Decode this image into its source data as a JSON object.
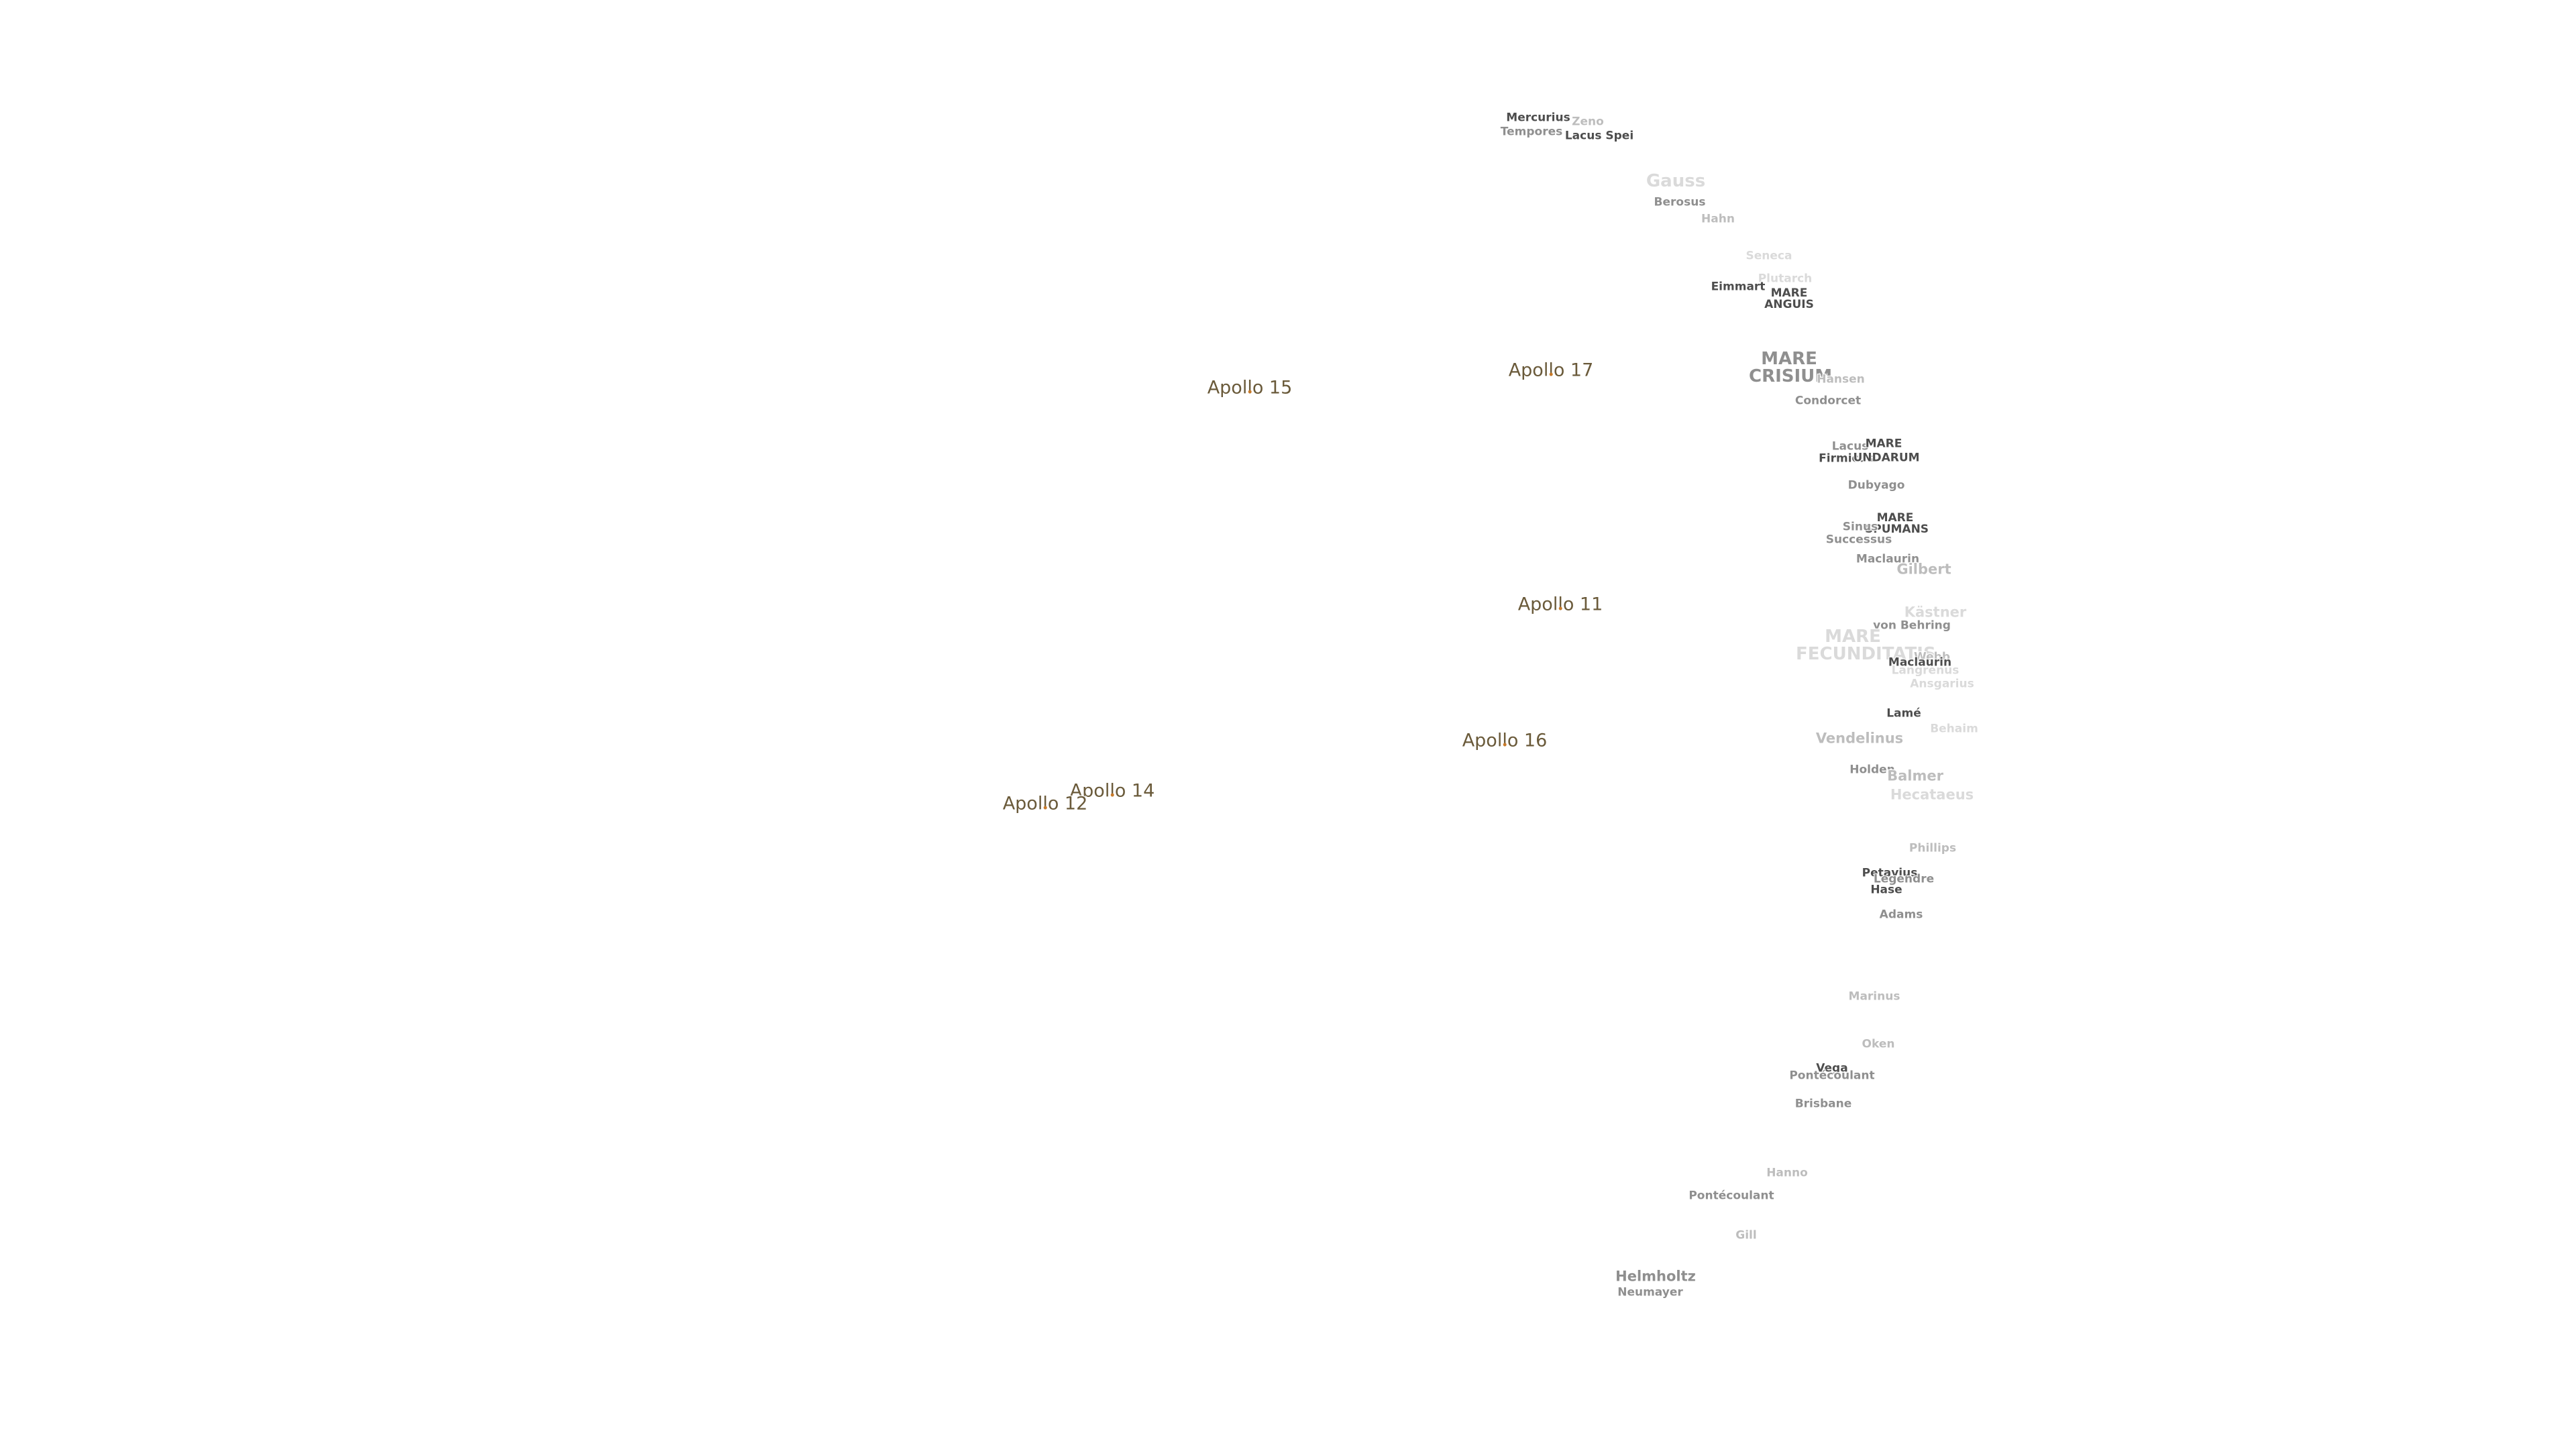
{
  "map": {
    "apollo_sites": [
      {
        "name": "Apollo 17"
      },
      {
        "name": "Apollo 15"
      },
      {
        "name": "Apollo 11"
      },
      {
        "name": "Apollo 16"
      },
      {
        "name": "Apollo 14"
      },
      {
        "name": "Apollo 12"
      }
    ],
    "features": [
      {
        "name": "Mercurius"
      },
      {
        "name": "Zeno"
      },
      {
        "name": "Lacus Spei"
      },
      {
        "name": "Tempores"
      },
      {
        "name": "Gauss"
      },
      {
        "name": "Berosus"
      },
      {
        "name": "Hahn"
      },
      {
        "name": "Seneca"
      },
      {
        "name": "Plutarch"
      },
      {
        "name": "Eimmart"
      },
      {
        "name": "MARE ANGUIS"
      },
      {
        "name": "MARE CRISIUM"
      },
      {
        "name": "Hansen"
      },
      {
        "name": "Condorcet"
      },
      {
        "name": "Lacus"
      },
      {
        "name": "MARE"
      },
      {
        "name": "Firmicus"
      },
      {
        "name": "UNDARUM"
      },
      {
        "name": "Dubyago"
      },
      {
        "name": "MARE SPUMANS"
      },
      {
        "name": "Sinus"
      },
      {
        "name": "Successus"
      },
      {
        "name": "Maclaurin"
      },
      {
        "name": "Gilbert"
      },
      {
        "name": "Kästner"
      },
      {
        "name": "von Behring"
      },
      {
        "name": "MARE FECUNDITATIS"
      },
      {
        "name": "Webb"
      },
      {
        "name": "Maclaurin"
      },
      {
        "name": "Langrenus"
      },
      {
        "name": "Ansgarius"
      },
      {
        "name": "Lamé"
      },
      {
        "name": "Behaim"
      },
      {
        "name": "Vendelinus"
      },
      {
        "name": "Holden"
      },
      {
        "name": "Balmer"
      },
      {
        "name": "Hecataeus"
      },
      {
        "name": "Phillips"
      },
      {
        "name": "Petavius"
      },
      {
        "name": "Legendre"
      },
      {
        "name": "Hase"
      },
      {
        "name": "Adams"
      },
      {
        "name": "Marinus"
      },
      {
        "name": "Oken"
      },
      {
        "name": "Vega"
      },
      {
        "name": "Pontécoulant"
      },
      {
        "name": "Brisbane"
      },
      {
        "name": "Hanno"
      },
      {
        "name": "Pontécoulant"
      },
      {
        "name": "Gill"
      },
      {
        "name": "Helmholtz"
      },
      {
        "name": "Neumayer"
      }
    ]
  },
  "colors": {
    "apollo_text": "#6a5a3a",
    "apollo_marker": "#c87a2a",
    "label_dark": "#4d4d4d",
    "label_mid": "#8f8f8f",
    "label_light": "#bdbdbd",
    "label_faint": "#dadada",
    "background": "#ffffff"
  }
}
